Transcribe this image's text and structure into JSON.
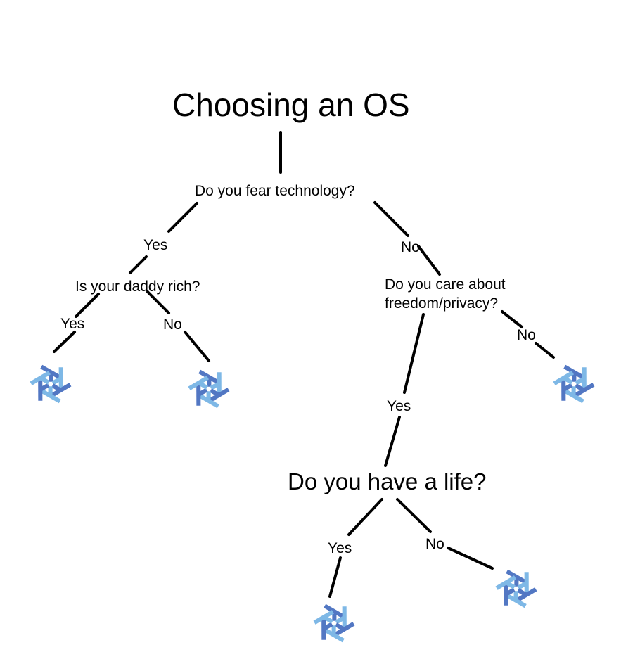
{
  "title": "Choosing an OS",
  "questions": {
    "fear_technology": "Do you fear technology?",
    "daddy_rich": "Is your daddy rich?",
    "care_freedom_line1": "Do you care about",
    "care_freedom_line2": "freedom/privacy?",
    "have_life": "Do you have a life?"
  },
  "edge_labels": {
    "fear_yes": "Yes",
    "fear_no": "No",
    "rich_yes": "Yes",
    "rich_no": "No",
    "freedom_yes": "Yes",
    "freedom_no": "No",
    "life_yes": "Yes",
    "life_no": "No"
  },
  "icons": {
    "leaf_icon": "nixos-snowflake-icon",
    "light_blue": "#7eb8e6",
    "dark_blue": "#5277c3"
  }
}
